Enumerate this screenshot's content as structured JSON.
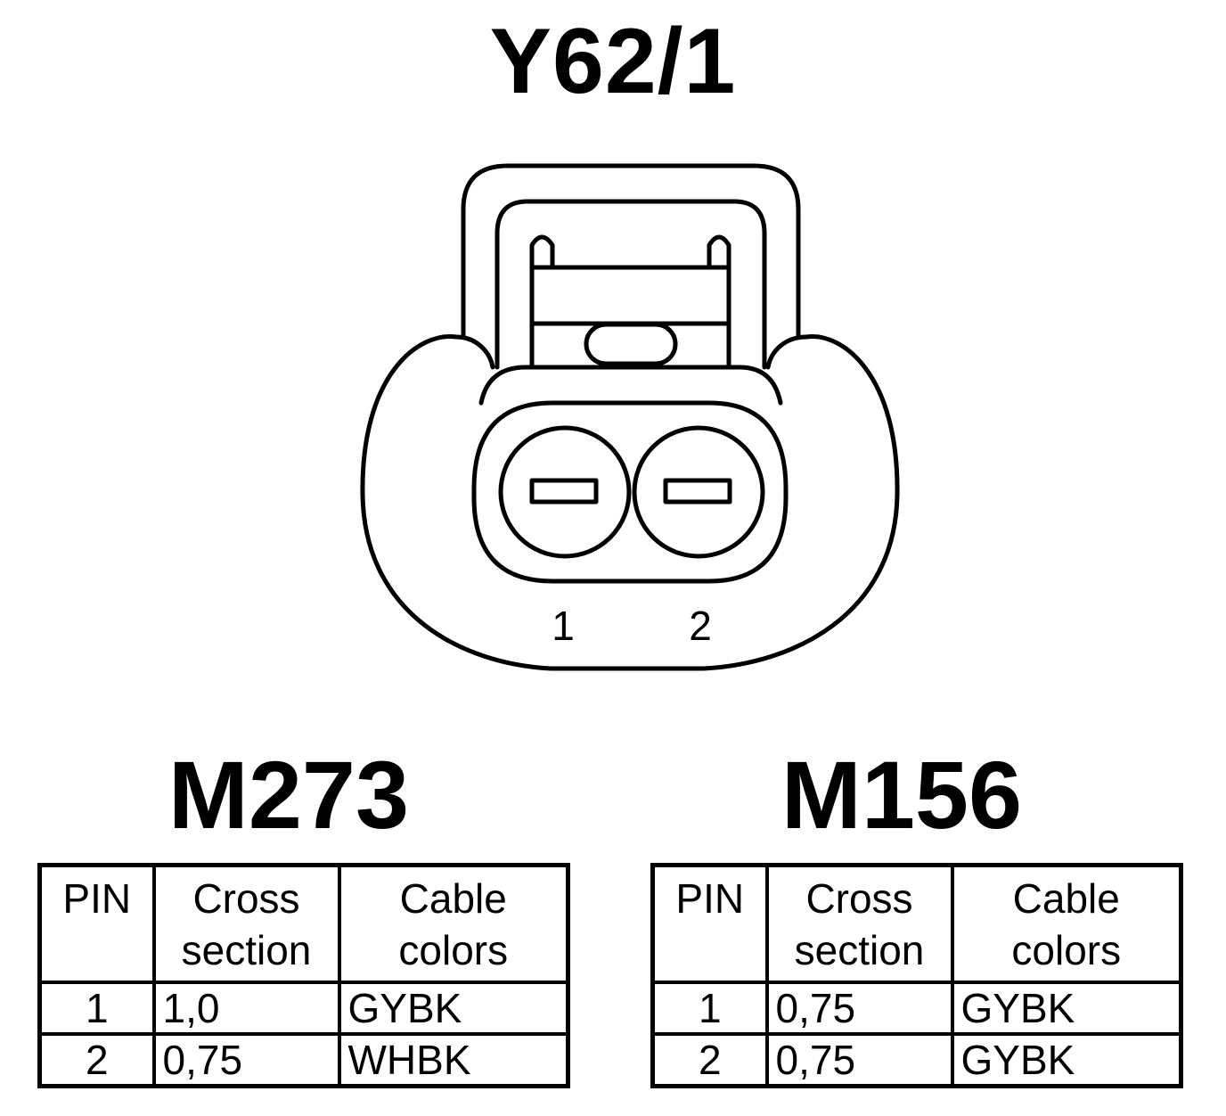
{
  "connector": {
    "title": "Y62/1",
    "pin_labels": [
      "1",
      "2"
    ]
  },
  "tables": [
    {
      "engine": "M273",
      "headers": [
        "PIN",
        "Cross section",
        "Cable colors"
      ],
      "rows": [
        {
          "pin": "1",
          "cross_section": "1,0",
          "cable_color": "GYBK"
        },
        {
          "pin": "2",
          "cross_section": "0,75",
          "cable_color": "WHBK"
        }
      ]
    },
    {
      "engine": "M156",
      "headers": [
        "PIN",
        "Cross section",
        "Cable colors"
      ],
      "rows": [
        {
          "pin": "1",
          "cross_section": "0,75",
          "cable_color": "GYBK"
        },
        {
          "pin": "2",
          "cross_section": "0,75",
          "cable_color": "GYBK"
        }
      ]
    }
  ]
}
